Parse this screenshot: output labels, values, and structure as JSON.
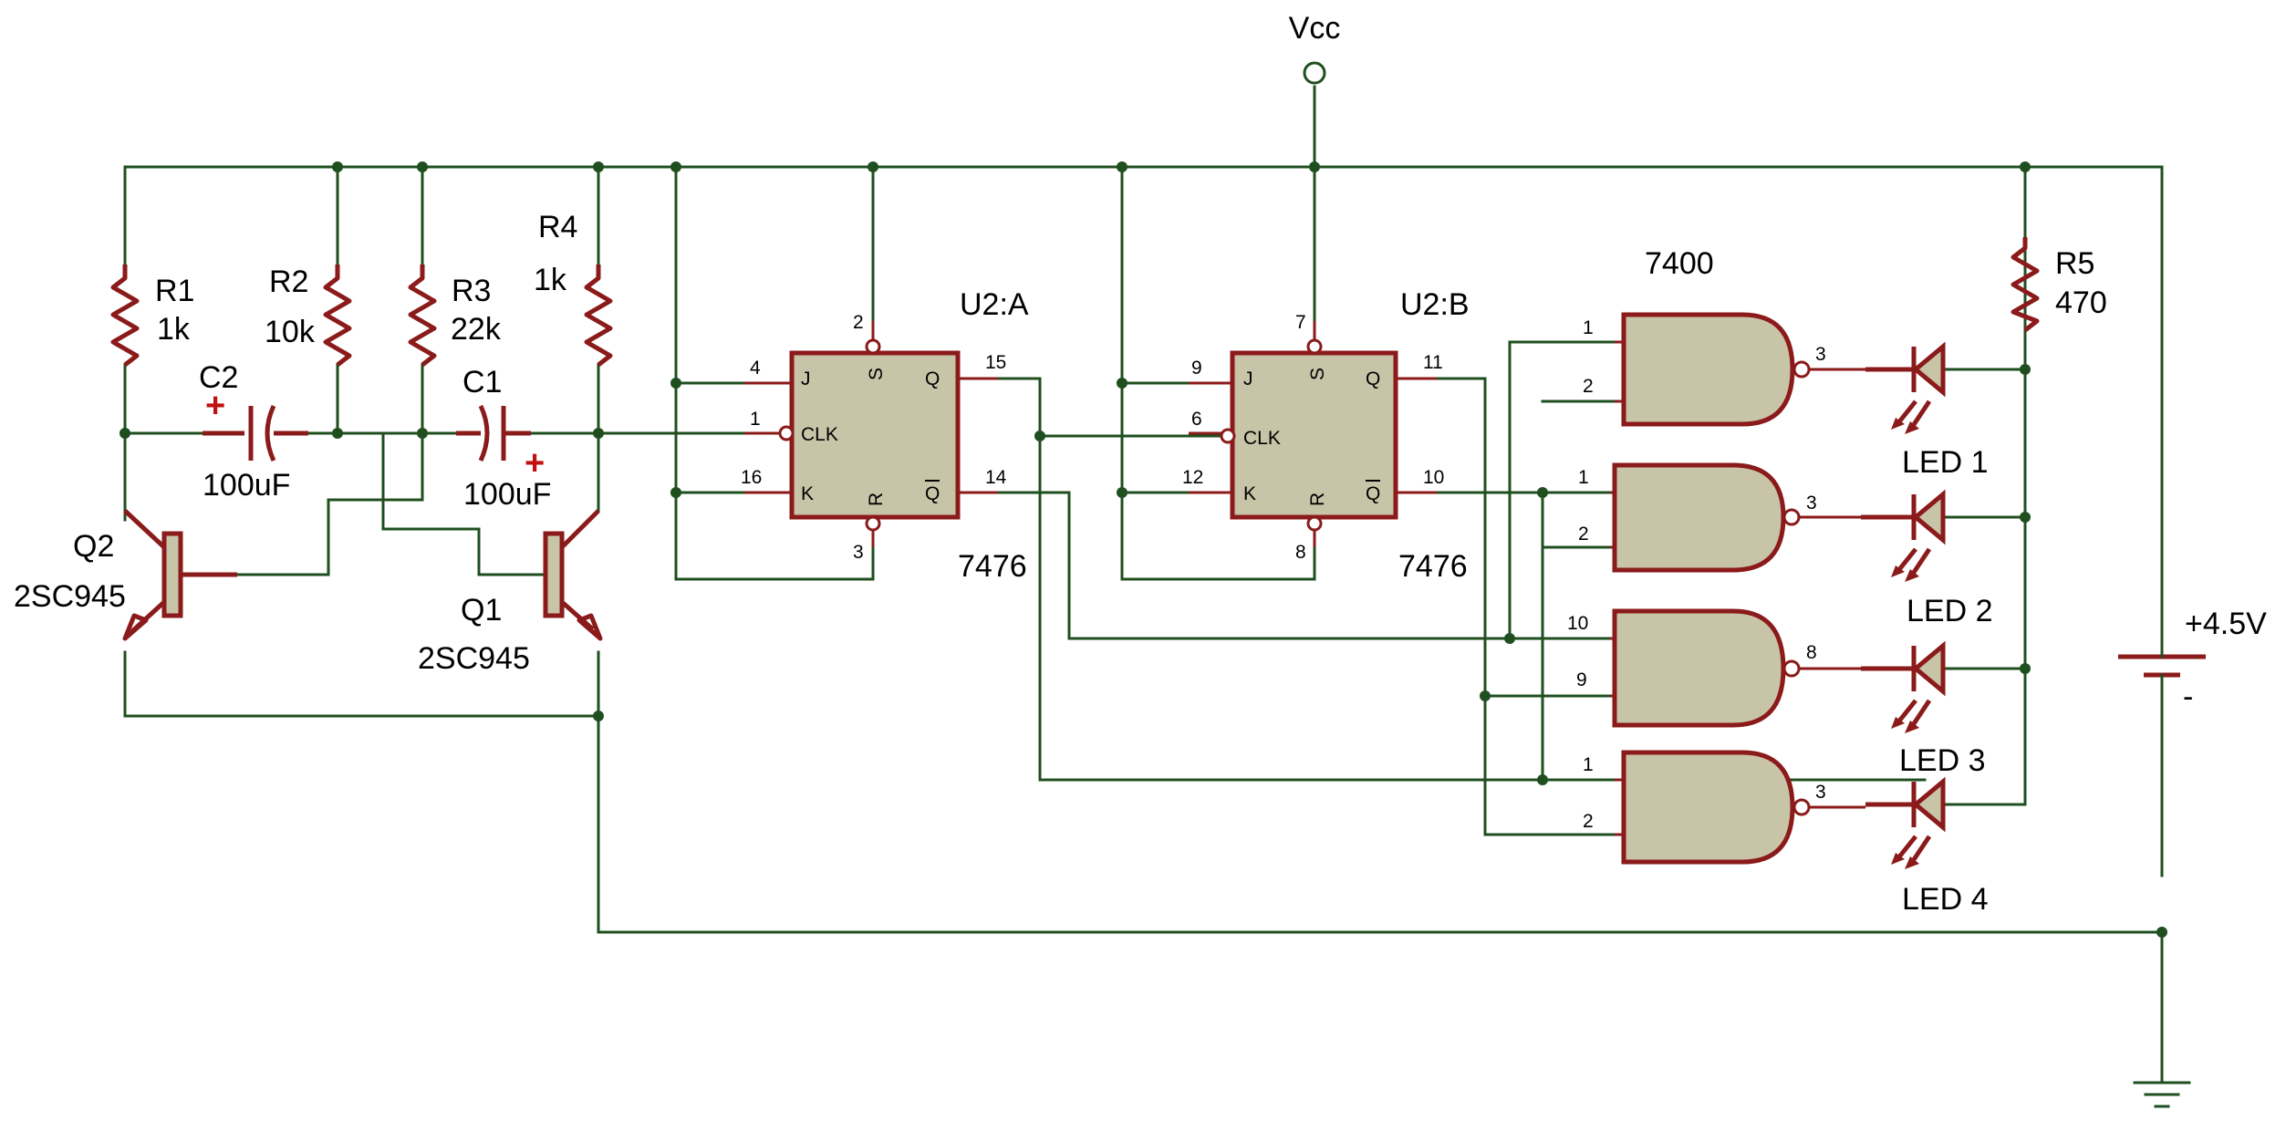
{
  "colors": {
    "wire": "#1f4f1f",
    "component": "#8b1a1a",
    "body_fill": "#c8c4a8"
  },
  "supply": {
    "vcc": "Vcc",
    "battery": "+4.5V",
    "battery_minus": "-"
  },
  "resistors": {
    "r1": {
      "ref": "R1",
      "value": "1k"
    },
    "r2": {
      "ref": "R2",
      "value": "10k"
    },
    "r3": {
      "ref": "R3",
      "value": "22k"
    },
    "r4": {
      "ref": "R4",
      "value": "1k"
    },
    "r5": {
      "ref": "R5",
      "value": "470"
    }
  },
  "capacitors": {
    "c1": {
      "ref": "C1",
      "value": "100uF"
    },
    "c2": {
      "ref": "C2",
      "value": "100uF"
    },
    "plus": "+"
  },
  "transistors": {
    "q1": {
      "ref": "Q1",
      "part": "2SC945"
    },
    "q2": {
      "ref": "Q2",
      "part": "2SC945"
    }
  },
  "flipflops": {
    "u2a": {
      "ref": "U2:A",
      "part": "7476",
      "pins": {
        "s": "2",
        "j": "4",
        "clk": "1",
        "k": "16",
        "r": "3",
        "q": "15",
        "qbar": "14"
      }
    },
    "u2b": {
      "ref": "U2:B",
      "part": "7476",
      "pins": {
        "s": "7",
        "j": "9",
        "clk": "6",
        "k": "12",
        "r": "8",
        "q": "11",
        "qbar": "10"
      }
    },
    "inner": {
      "j": "J",
      "s": "S",
      "q": "Q",
      "clk": "CLK",
      "k": "K",
      "r": "R",
      "qbar": "Q"
    }
  },
  "gates": {
    "part": "7400",
    "g1": {
      "in1": "1",
      "in2": "2",
      "out": "3"
    },
    "g2": {
      "in1": "1",
      "in2": "2",
      "out": "3"
    },
    "g3": {
      "in1": "10",
      "in2": "9",
      "out": "8"
    },
    "g4": {
      "in1": "1",
      "in2": "2",
      "out": "3"
    }
  },
  "leds": {
    "led1": "LED 1",
    "led2": "LED 2",
    "led3": "LED 3",
    "led4": "LED 4"
  }
}
